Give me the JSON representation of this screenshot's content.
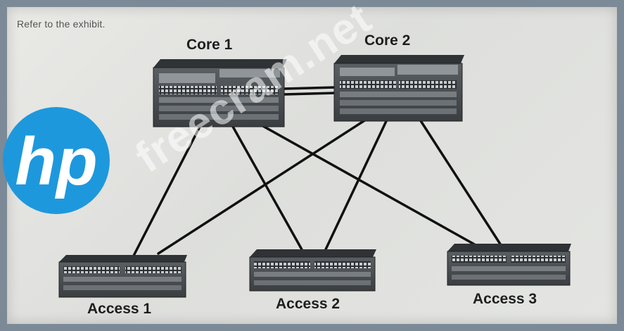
{
  "note": "Refer to the exhibit.",
  "watermark": "freecram.net",
  "logo": {
    "text": "hp",
    "color": "#1e98dc"
  },
  "nodes": {
    "core1": "Core 1",
    "core2": "Core 2",
    "access1": "Access 1",
    "access2": "Access 2",
    "access3": "Access 3"
  },
  "links": [
    [
      "Core 1",
      "Core 2"
    ],
    [
      "Core 1",
      "Access 1"
    ],
    [
      "Core 1",
      "Access 2"
    ],
    [
      "Core 1",
      "Access 3"
    ],
    [
      "Core 2",
      "Access 1"
    ],
    [
      "Core 2",
      "Access 2"
    ],
    [
      "Core 2",
      "Access 3"
    ]
  ]
}
